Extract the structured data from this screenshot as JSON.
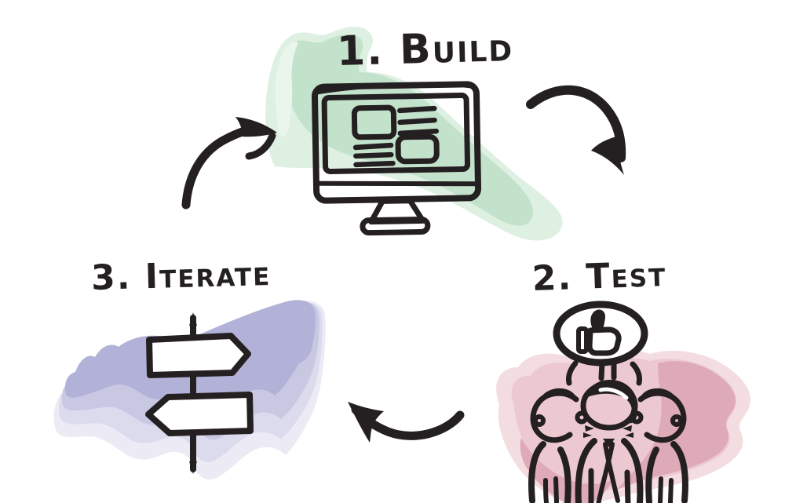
{
  "page": {
    "background_color": "#ffffff"
  },
  "diagram": {
    "type": "cycle",
    "ink_color": "#241f21",
    "steps": [
      {
        "label": "1. Build",
        "icon": "monitor-wireframe-icon",
        "blob": {
          "light": "#def0e2",
          "mid": "#c3e2cb",
          "highlight": "#eaf5ec"
        }
      },
      {
        "label": "2. Test",
        "icon": "user-group-thumbs-up-icon",
        "blob": {
          "light": "#f3dde1",
          "mid": "#ecc9d1",
          "dark": "#dfaab8"
        }
      },
      {
        "label": "3. Iterate",
        "icon": "signpost-arrows-icon",
        "blob": {
          "lightest": "#ecebf5",
          "light": "#dcdbee",
          "mid": "#c9c8e3",
          "dark": "#b2b1d7"
        }
      }
    ],
    "arrows": [
      {
        "from": "1. Build",
        "to": "2. Test"
      },
      {
        "from": "2. Test",
        "to": "3. Iterate"
      },
      {
        "from": "3. Iterate",
        "to": "1. Build"
      }
    ]
  }
}
